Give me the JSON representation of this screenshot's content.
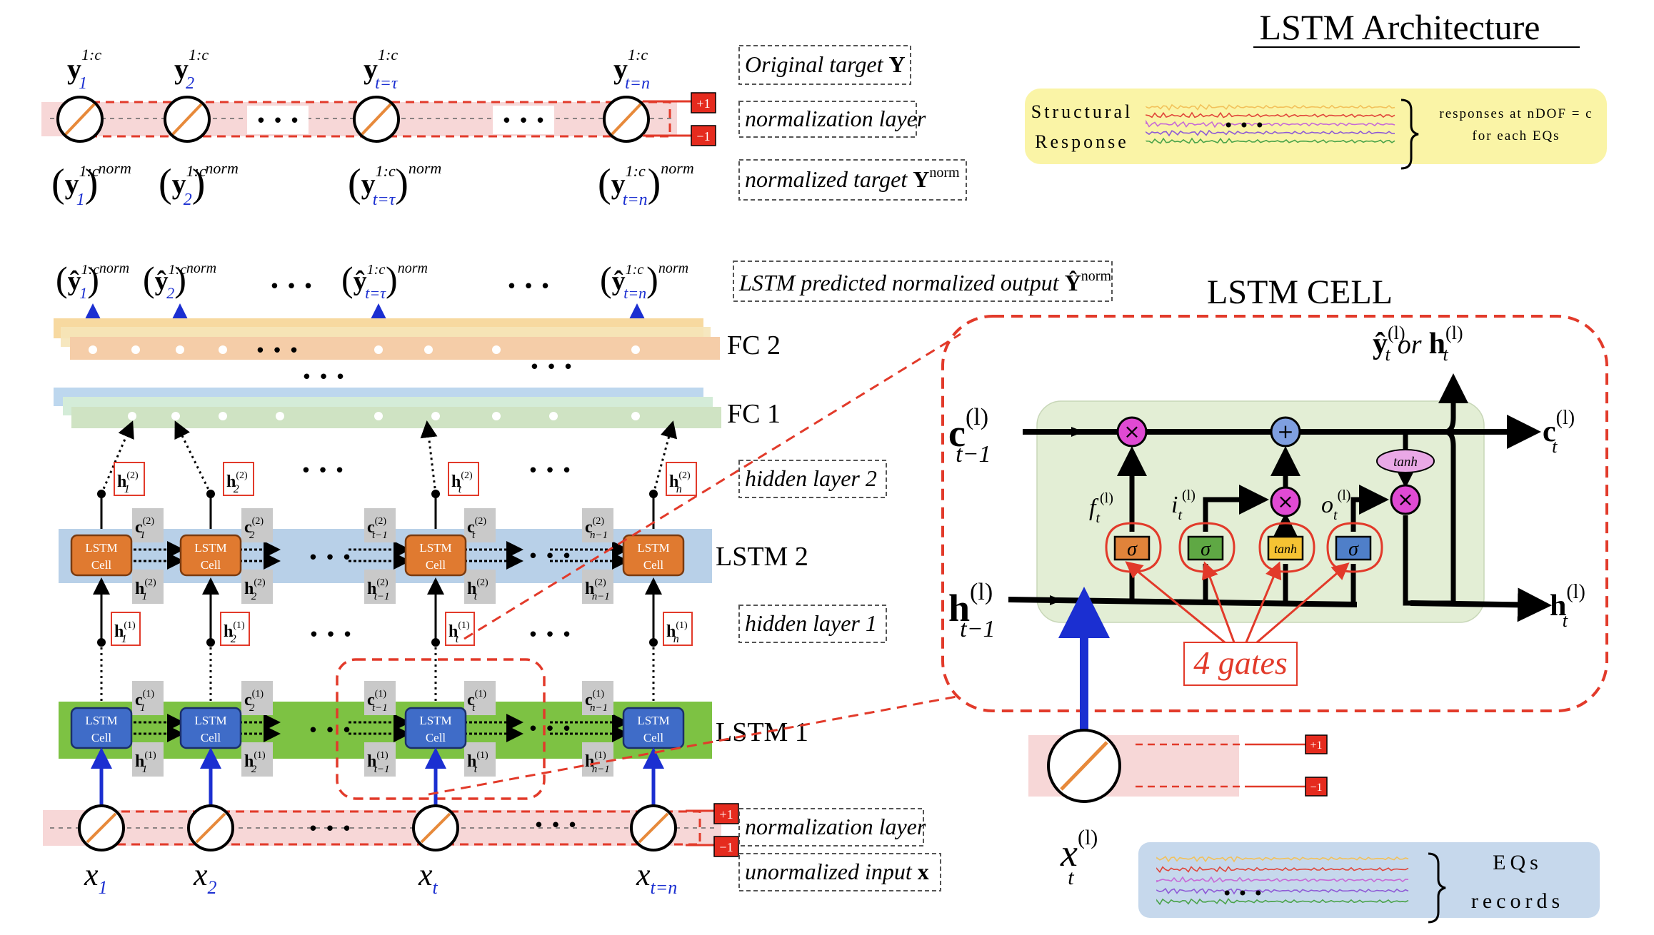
{
  "title": "LSTM Architecture",
  "top_section": {
    "targets": [
      {
        "sub": "1"
      },
      {
        "sub": "2"
      },
      {
        "sub": "t=τ"
      },
      {
        "sub": "t=n"
      }
    ],
    "target_sup": "1:c",
    "norm_sup": "norm",
    "labels": {
      "original_target": "Original target",
      "original_target_symbol": "Y",
      "normalization_layer": "normalization layer",
      "normalized_target": "normalized target",
      "normalized_target_symbol": "Y",
      "normalized_target_sup": "norm"
    },
    "clip_plus": "+1",
    "clip_minus": "−1",
    "ellipsis": "• • •"
  },
  "structural_response": {
    "label_line1": "Structural",
    "label_line2": "Response",
    "note_line1": "responses at nDOF = c",
    "note_line2": "for each EQs",
    "ellipsis": "• • •",
    "colors": [
      "#f2c15a",
      "#e0453a",
      "#c76ad6",
      "#8e5ad6",
      "#4aa34a"
    ]
  },
  "network": {
    "predicted_output_label": "LSTM predicted normalized output",
    "predicted_output_symbol": "Ŷ",
    "predicted_output_sup": "norm",
    "outputs": [
      {
        "sub": "1"
      },
      {
        "sub": "2"
      },
      {
        "sub": "t=τ"
      },
      {
        "sub": "t=n"
      }
    ],
    "fc2_label": "FC 2",
    "fc1_label": "FC 1",
    "lstm2_label": "LSTM 2",
    "lstm1_label": "LSTM 1",
    "hidden_layer_2": "hidden layer 2",
    "hidden_layer_1": "hidden layer 1",
    "normalization_layer": "normalization layer",
    "unnormalized_input": "unormalized input",
    "unnormalized_input_symbol": "x",
    "cell_label_line1": "LSTM",
    "cell_label_line2": "Cell",
    "h_subs": [
      "1",
      "2",
      "t",
      "n"
    ],
    "c_subs_l2": [
      "1",
      "2",
      "t−1",
      "t",
      "n−1"
    ],
    "h_subs_l2": [
      "1",
      "2",
      "t−1",
      "t",
      "n−1"
    ],
    "input_subs": [
      "1",
      "2",
      "t",
      "t=n"
    ],
    "sup1": "(1)",
    "sup2": "(2)",
    "ellipsis": "• • •",
    "clip_plus": "+1",
    "clip_minus": "−1"
  },
  "lstm_cell": {
    "title": "LSTM CELL",
    "output_label": "or",
    "c_in_sub": "t−1",
    "c_out_sub": "t",
    "h_in_sub": "t−1",
    "h_out_sub": "t",
    "sup": "(l)",
    "gate_labels": [
      "σ",
      "σ",
      "tanh",
      "σ"
    ],
    "gate_colors": [
      "#e0833a",
      "#5fa844",
      "#f5c333",
      "#4f7fc9"
    ],
    "gate_names": [
      "f",
      "i",
      "",
      "o"
    ],
    "tanh_label": "tanh",
    "gates_caption": "4 gates",
    "input_symbol": "x",
    "input_sub": "t",
    "clip_plus": "+1",
    "clip_minus": "−1"
  },
  "eq_records": {
    "label_line1": "EQs",
    "label_line2": "records",
    "ellipsis": "• • •",
    "colors": [
      "#f2c15a",
      "#e0453a",
      "#c76ad6",
      "#8e5ad6",
      "#4aa34a"
    ]
  }
}
